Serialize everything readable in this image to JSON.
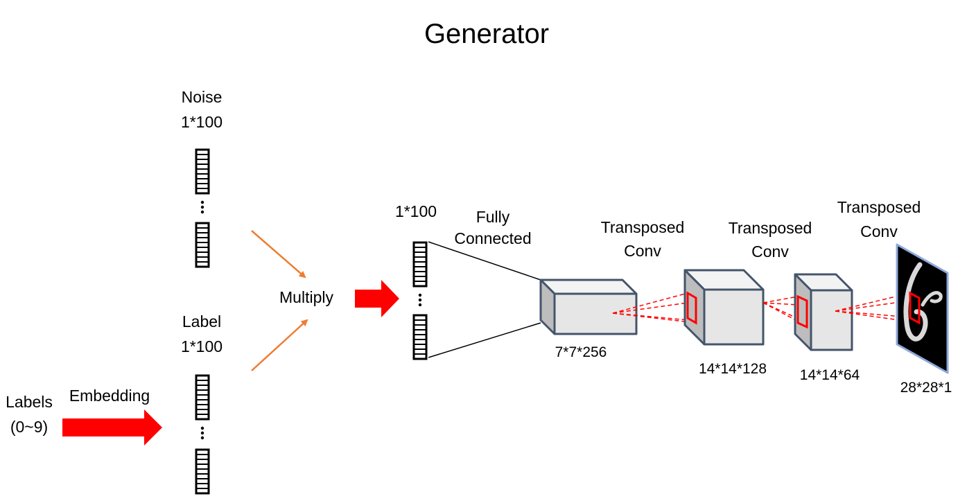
{
  "title": "Generator",
  "noise": {
    "name": "Noise",
    "size": "1*100"
  },
  "label_vec": {
    "name": "Label",
    "size": "1*100"
  },
  "labels_input": {
    "line1": "Labels",
    "line2": "(0~9)"
  },
  "embedding": "Embedding",
  "multiply": "Multiply",
  "merged": {
    "size": "1*100"
  },
  "fully_connected": {
    "line1": "Fully",
    "line2": "Connected"
  },
  "stages": [
    {
      "op_line1": "Transposed",
      "op_line2": "Conv",
      "size": "7*7*256"
    },
    {
      "op_line1": "Transposed",
      "op_line2": "Conv",
      "size": "14*14*128"
    },
    {
      "op_line1": "",
      "op_line2": "",
      "size": "14*14*64"
    },
    {
      "op_line1": "Transposed",
      "op_line2": "Conv",
      "size": "28*28*1"
    }
  ],
  "colors": {
    "block_arrow": "#ff0000",
    "thin_arrow": "#ed7d31",
    "cube_front": "#e6e6e6",
    "cube_top": "#f3f3f3",
    "cube_side": "#bdbdbd",
    "cube_stroke": "#44546a",
    "kernel": "#ff0000",
    "output_image": "#000000"
  }
}
